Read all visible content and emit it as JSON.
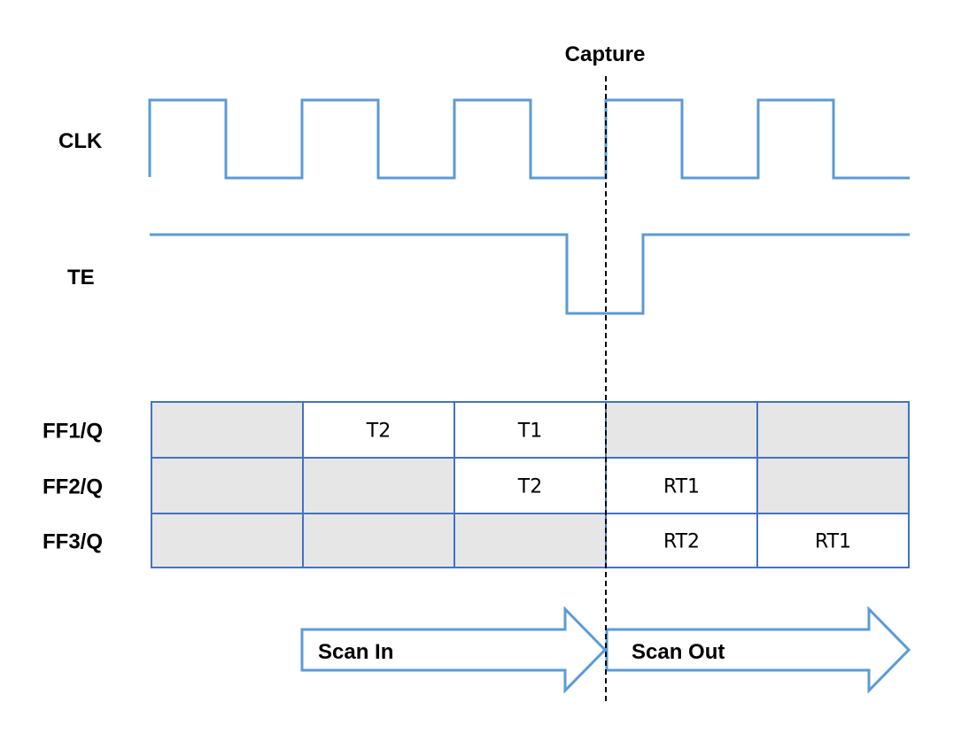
{
  "colors": {
    "wave": "#5b9bd5",
    "grid": "#4472c4",
    "shaded": "#e6e6e6",
    "empty": "#ffffff",
    "marker": "#000000"
  },
  "capture": {
    "label": "Capture"
  },
  "signals": {
    "clk": {
      "label": "CLK"
    },
    "te": {
      "label": "TE"
    }
  },
  "registers": [
    {
      "label": "FF1/Q",
      "cells": [
        {
          "text": "",
          "shaded": true
        },
        {
          "text": "T2",
          "shaded": false
        },
        {
          "text": "T1",
          "shaded": false
        },
        {
          "text": "",
          "shaded": true
        },
        {
          "text": "",
          "shaded": true
        }
      ]
    },
    {
      "label": "FF2/Q",
      "cells": [
        {
          "text": "",
          "shaded": true
        },
        {
          "text": "",
          "shaded": true
        },
        {
          "text": "T2",
          "shaded": false
        },
        {
          "text": "RT1",
          "shaded": false
        },
        {
          "text": "",
          "shaded": true
        }
      ]
    },
    {
      "label": "FF3/Q",
      "cells": [
        {
          "text": "",
          "shaded": true
        },
        {
          "text": "",
          "shaded": true
        },
        {
          "text": "",
          "shaded": true
        },
        {
          "text": "RT2",
          "shaded": false
        },
        {
          "text": "RT1",
          "shaded": false
        }
      ]
    }
  ],
  "arrows": [
    {
      "label": "Scan In"
    },
    {
      "label": "Scan Out"
    }
  ]
}
